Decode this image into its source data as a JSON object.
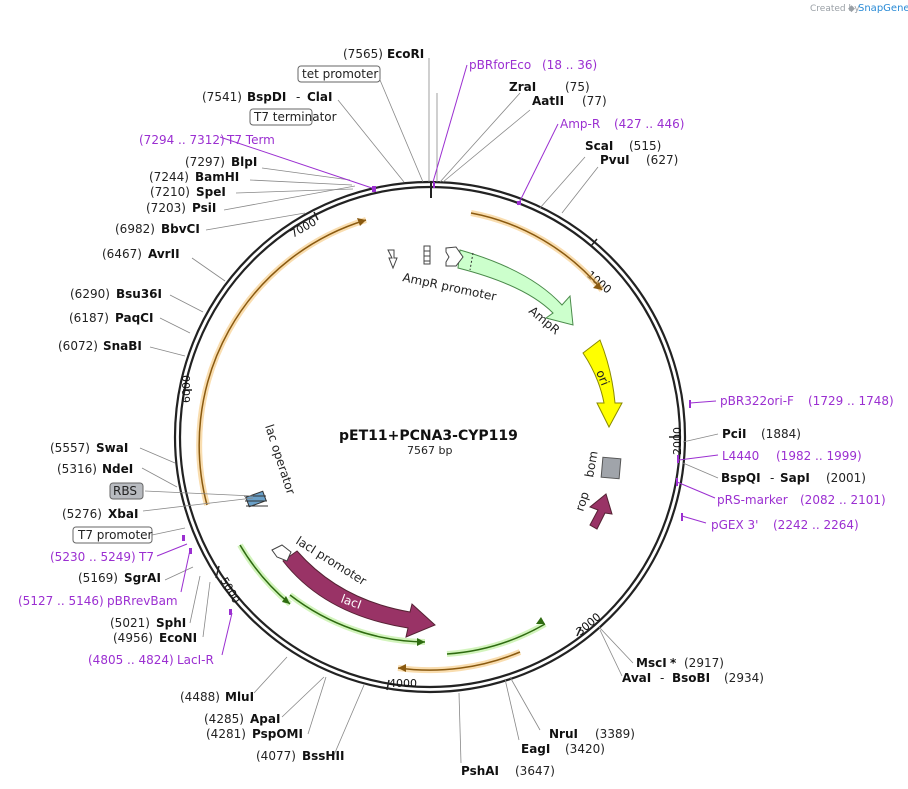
{
  "brand": {
    "created_by": "Created by",
    "name": "SnapGene"
  },
  "plasmid": {
    "name": "pET11+PCNA3-CYP119",
    "length": "7567 bp"
  },
  "ring_ticks": [
    "1000",
    "2000",
    "3000",
    "4000",
    "5000",
    "6000",
    "7000"
  ],
  "enzymes": {
    "ecori": {
      "pos": "(7565)",
      "name": "EcoRI"
    },
    "zrai": {
      "name": "ZraI",
      "pos": "(75)"
    },
    "aatii": {
      "name": "AatII",
      "pos": "(77)"
    },
    "scai": {
      "name": "ScaI",
      "pos": "(515)"
    },
    "pvui": {
      "name": "PvuI",
      "pos": "(627)"
    },
    "pcii": {
      "name": "PciI",
      "pos": "(1884)"
    },
    "bspqi": {
      "name": "BspQI",
      "sep": "-",
      "name2": "SapI",
      "pos": "(2001)"
    },
    "msci": {
      "name": "MscI",
      "star": "*",
      "pos": "(2917)"
    },
    "avai": {
      "name": "AvaI",
      "sep": "-",
      "name2": "BsoBI",
      "pos": "(2934)"
    },
    "nrui": {
      "name": "NruI",
      "pos": "(3389)"
    },
    "eagi": {
      "name": "EagI",
      "pos": "(3420)"
    },
    "pshai": {
      "name": "PshAI",
      "pos": "(3647)"
    },
    "bsshii": {
      "pos": "(4077)",
      "name": "BssHII"
    },
    "pspomi": {
      "pos": "(4281)",
      "name": "PspOMI"
    },
    "apai": {
      "pos": "(4285)",
      "name": "ApaI"
    },
    "mlui": {
      "pos": "(4488)",
      "name": "MluI"
    },
    "econi": {
      "pos": "(4956)",
      "name": "EcoNI"
    },
    "sphi": {
      "pos": "(5021)",
      "name": "SphI"
    },
    "sgrai": {
      "pos": "(5169)",
      "name": "SgrAI"
    },
    "xbai": {
      "pos": "(5276)",
      "name": "XbaI"
    },
    "ndei": {
      "pos": "(5316)",
      "name": "NdeI"
    },
    "swai": {
      "pos": "(5557)",
      "name": "SwaI"
    },
    "snabi": {
      "pos": "(6072)",
      "name": "SnaBI"
    },
    "paqci": {
      "pos": "(6187)",
      "name": "PaqCI"
    },
    "bsu36i": {
      "pos": "(6290)",
      "name": "Bsu36I"
    },
    "avrii": {
      "pos": "(6467)",
      "name": "AvrII"
    },
    "bbvci": {
      "pos": "(6982)",
      "name": "BbvCI"
    },
    "psii": {
      "pos": "(7203)",
      "name": "PsiI"
    },
    "spei": {
      "pos": "(7210)",
      "name": "SpeI"
    },
    "bamhi": {
      "pos": "(7244)",
      "name": "BamHI"
    },
    "blpi": {
      "pos": "(7297)",
      "name": "BlpI"
    },
    "bspdi": {
      "pos": "(7541)",
      "name": "BspDI",
      "sep": "-",
      "name2": "ClaI"
    }
  },
  "primers": {
    "pbrforeco": {
      "name": "pBRforEco",
      "range": "(18 .. 36)"
    },
    "ampr": {
      "name": "Amp-R",
      "range": "(427 .. 446)"
    },
    "pbr322ori": {
      "name": "pBR322ori-F",
      "range": "(1729 .. 1748)"
    },
    "l4440": {
      "name": "L4440",
      "range": "(1982 .. 1999)"
    },
    "prsmarker": {
      "name": "pRS-marker",
      "range": "(2082 .. 2101)"
    },
    "pgex3": {
      "name": "pGEX 3'",
      "range": "(2242 .. 2264)"
    },
    "laciR": {
      "range": "(4805 .. 4824)",
      "name": "LacI-R"
    },
    "pbrrevbam": {
      "range": "(5127 .. 5146)",
      "name": "pBRrevBam"
    },
    "t7": {
      "range": "(5230 .. 5249)",
      "name": "T7"
    },
    "t7term": {
      "range": "(7294 .. 7312)",
      "name": "T7 Term"
    }
  },
  "boxed_features": {
    "tet_promoter": "tet promoter",
    "t7_terminator": "T7 terminator",
    "rbs": "RBS",
    "t7_promoter": "T7 promoter"
  },
  "features": {
    "ampr_promoter": "AmpR promoter",
    "ampr": "AmpR",
    "ori": "ori",
    "bom": "bom",
    "rop": "rop",
    "laci_promoter": "lacI promoter",
    "laci": "lacI",
    "lac_operator": "lac operator"
  },
  "colors": {
    "ampr": "#ccffcc",
    "ori": "#ffff00",
    "laci": "#993366",
    "rop": "#993366",
    "bom": "#a0a4aa",
    "orf_line": "#e0a020",
    "green_line": "#66bb22",
    "primer": "#9b2fd1"
  }
}
